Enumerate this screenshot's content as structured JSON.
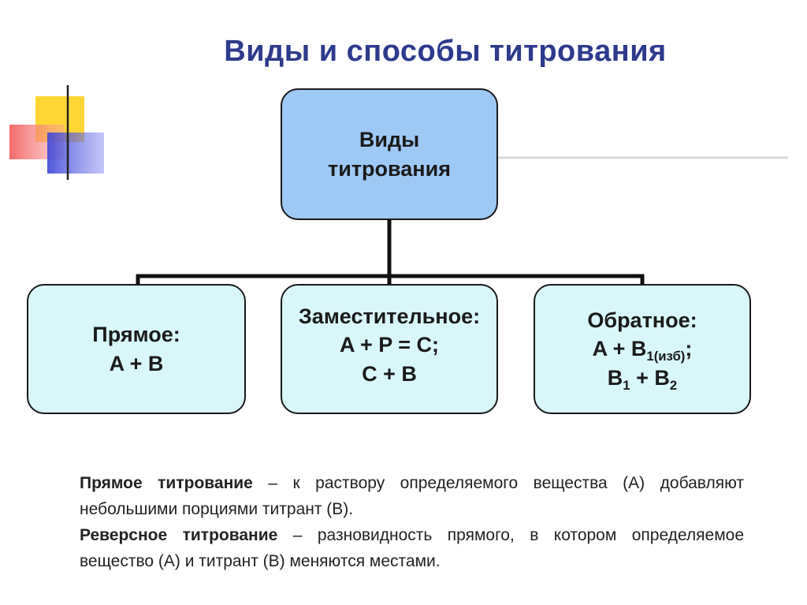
{
  "title": "Виды и способы титрования",
  "root": {
    "line1": "Виды",
    "line2": "титрования"
  },
  "children": [
    {
      "name": "Прямое:",
      "formula": "A + B"
    },
    {
      "name": "Заместительное:",
      "formula1": "A + P = C;",
      "formula2": "C + B"
    },
    {
      "name": "Обратное:",
      "f1_main": "A + B",
      "f1_sub": "1(изб)",
      "f1_end": ";",
      "f2_a": "B",
      "f2_a_sub": "1",
      "f2_op": " + B",
      "f2_b_sub": "2"
    }
  ],
  "definitions": [
    {
      "term": "Прямое титрование",
      "text": " – к раствору определяемого вещества (А) добавляют небольшими порциями титрант (В)."
    },
    {
      "term": "Реверсное титрование",
      "text": " – разновидность прямого, в котором определяемое вещество (А) и титрант (В) меняются местами."
    }
  ],
  "colors": {
    "title": "#2e3a8c",
    "root_box": "#9fc9f5",
    "child_box": "#d9f7f9",
    "connector": "#111111"
  }
}
